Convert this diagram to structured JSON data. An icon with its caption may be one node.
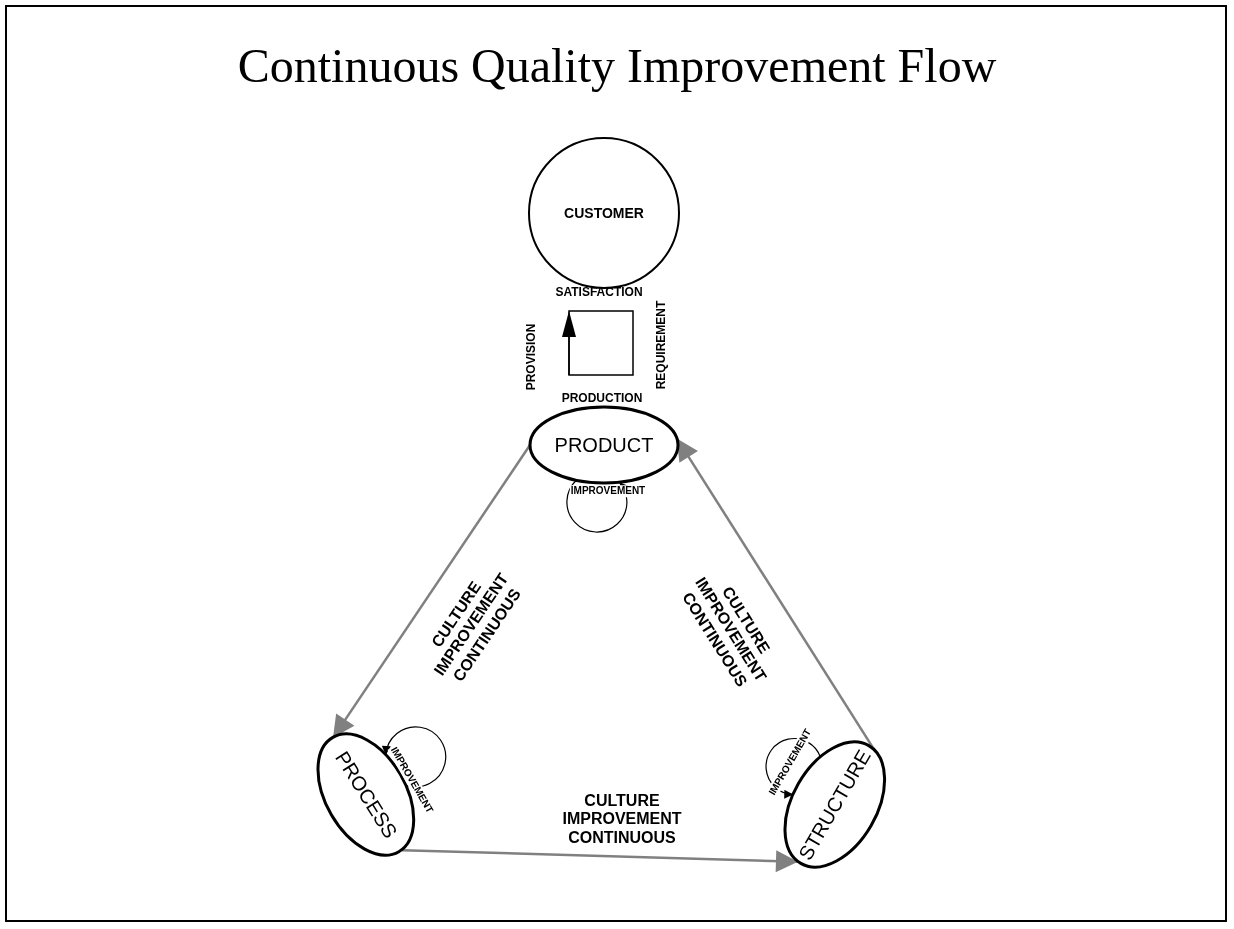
{
  "diagram": {
    "title": "Continuous Quality Improvement Flow",
    "nodes": [
      {
        "text": [
          "CUSTOMER"
        ]
      },
      {
        "text": [
          "PRODUCT"
        ]
      },
      {
        "text": [
          "PROCESS"
        ]
      },
      {
        "text": [
          "STRUCTURE"
        ]
      }
    ],
    "edges": [
      {
        "from": 1,
        "to": 2,
        "arrow": "to",
        "label": "CULTURE IMPROVEMENT CONTINUOUS",
        "color": "#808080"
      },
      {
        "from": 2,
        "to": 3,
        "arrow": "to",
        "label": "CULTURE IMPROVEMENT CONTINUOUS",
        "color": "#808080"
      },
      {
        "from": 3,
        "to": 1,
        "arrow": "to",
        "label": "CULTURE IMPROVEMENT CONTINUOUS",
        "color": "#808080"
      },
      {
        "from": 1,
        "to": 1,
        "arrow": "to",
        "label": "IMPROVEMENT",
        "color": "#000000"
      },
      {
        "from": 2,
        "to": 2,
        "arrow": "to",
        "label": "IMPROVEMENT",
        "color": "#000000"
      },
      {
        "from": 3,
        "to": 3,
        "arrow": "to",
        "label": "IMPROVEMENT",
        "color": "#000000"
      }
    ],
    "labels": [
      "SATISFACTION",
      "PROVISION",
      "REQUIREMENT",
      "PRODUCTION"
    ]
  }
}
